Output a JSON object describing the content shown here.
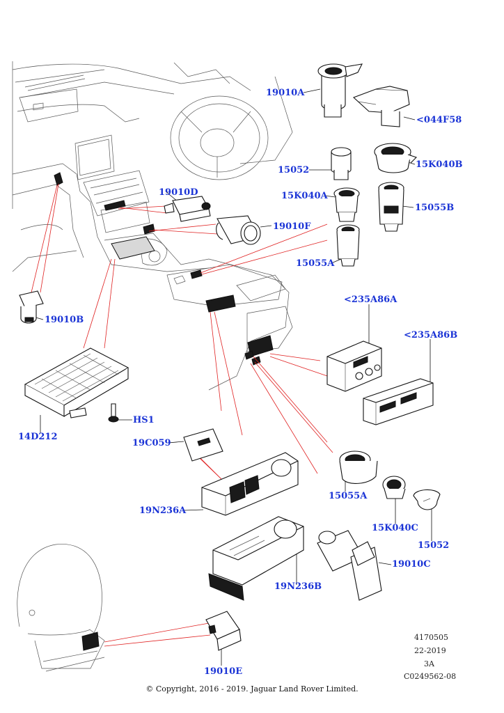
{
  "callouts": {
    "c19010A": "19010A",
    "c044F58": "<044F58",
    "c15052_top": "15052",
    "c15K040B": "15K040B",
    "c15K040A": "15K040A",
    "c15055B": "15055B",
    "c19010D": "19010D",
    "c19010F": "19010F",
    "c15055A_top": "15055A",
    "c19010B": "19010B",
    "c235A86A": "<235A86A",
    "c235A86B": "<235A86B",
    "cHS1": "HS1",
    "c14D212": "14D212",
    "c19C059": "19C059",
    "c19N236A": "19N236A",
    "c15055A_bottom": "15055A",
    "c15K040C": "15K040C",
    "c15052_bottom": "15052",
    "c19010C": "19010C",
    "c19N236B": "19N236B",
    "c19010E": "19010E"
  },
  "meta": {
    "drawing_number": "4170505",
    "date": "22-2019",
    "revision": "3A",
    "reference": "C0249562-08"
  },
  "copyright": "© Copyright, 2016 - 2019. Jaguar Land Rover Limited.",
  "colors": {
    "callout_text": "#1b34d6",
    "leader_lines": "#e02020",
    "line_art": "#111111"
  }
}
